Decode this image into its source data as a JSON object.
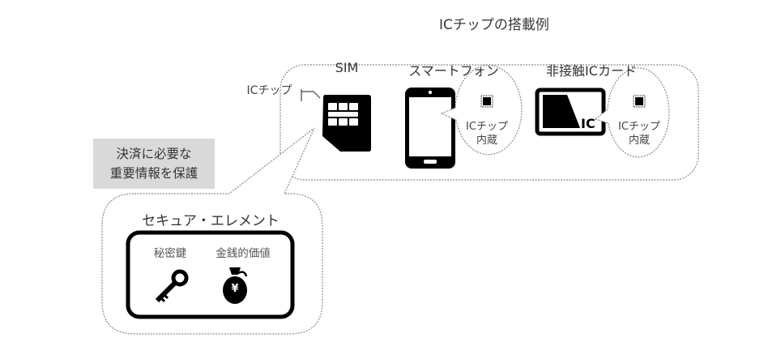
{
  "title": "ICチップの搭載例",
  "devices": [
    {
      "label": "SIM",
      "icon": "sim-card-icon"
    },
    {
      "label": "スマートフォン",
      "icon": "smartphone-icon",
      "bubble": [
        "ICチップ",
        "内蔵"
      ]
    },
    {
      "label": "非接触ICカード",
      "icon": "contactless-ic-card-icon",
      "bubble": [
        "ICチップ",
        "内蔵"
      ],
      "card_mark": "IC"
    }
  ],
  "sim_callout": "ICチップ",
  "note": [
    "決済に必要な",
    "重要情報を保護"
  ],
  "secure_element": {
    "title": "セキュア・エレメント",
    "items": [
      {
        "label": "秘密鍵",
        "icon": "key-icon"
      },
      {
        "label": "金銭的価値",
        "icon": "money-bag-yen-icon",
        "symbol": "¥"
      }
    ]
  },
  "colors": {
    "dotted": "#8a8a8a",
    "note_bg": "#d9d9d9",
    "ink": "#000000"
  }
}
